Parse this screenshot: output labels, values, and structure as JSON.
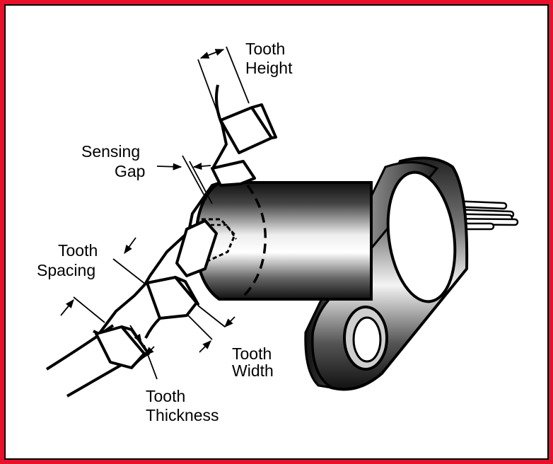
{
  "colors": {
    "frame": "#e8102a",
    "ink": "#000000",
    "paper": "#ffffff"
  },
  "labels": {
    "tooth_height": [
      "Tooth",
      "Height"
    ],
    "sensing_gap": [
      "Sensing",
      "Gap"
    ],
    "tooth_spacing": [
      "Tooth",
      "Spacing"
    ],
    "tooth_width": [
      "Tooth",
      "Width"
    ],
    "tooth_thickness": [
      "Tooth",
      "Thickness"
    ]
  },
  "icons": {
    "sensor": "hall-effect-sensor-icon",
    "gear": "toothed-gear-wheel-icon"
  }
}
